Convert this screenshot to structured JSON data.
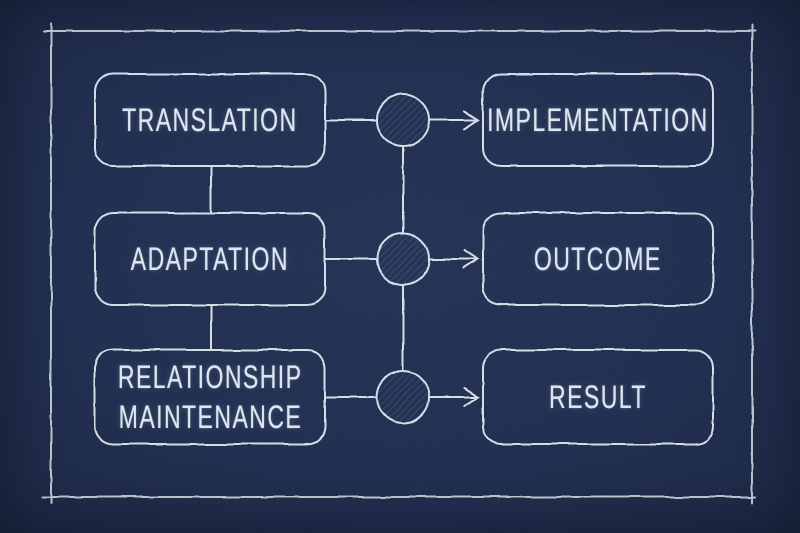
{
  "canvas": {
    "style": "blueprint-chalk-sketch",
    "background_color": "#1e2c4e",
    "chalk_color": "#e6edf4",
    "text_color": "#dde6ef"
  },
  "diagram": {
    "left_column": [
      {
        "id": "translation",
        "lines": [
          "TRANSLATION"
        ]
      },
      {
        "id": "adaptation",
        "lines": [
          "ADAPTATION"
        ]
      },
      {
        "id": "relationship-maintenance",
        "lines": [
          "RELATIONSHIP",
          "MAINTENANCE"
        ]
      }
    ],
    "right_column": [
      {
        "id": "implementation",
        "lines": [
          "IMPLEMENTATION"
        ]
      },
      {
        "id": "outcome",
        "lines": [
          "OUTCOME"
        ]
      },
      {
        "id": "result",
        "lines": [
          "RESULT"
        ]
      }
    ],
    "connectors": [
      {
        "from": "translation",
        "via": "hatched-circle",
        "to": "implementation",
        "arrow": "right"
      },
      {
        "from": "adaptation",
        "via": "hatched-circle",
        "to": "outcome",
        "arrow": "right"
      },
      {
        "from": "relationship-maintenance",
        "via": "hatched-circle",
        "to": "result",
        "arrow": "right"
      }
    ],
    "left_column_links": [
      {
        "from": "translation",
        "to": "adaptation"
      },
      {
        "from": "adaptation",
        "to": "relationship-maintenance"
      }
    ],
    "circle_column_links": [
      {
        "from": "circle-1",
        "to": "circle-2"
      },
      {
        "from": "circle-2",
        "to": "circle-3"
      }
    ]
  }
}
